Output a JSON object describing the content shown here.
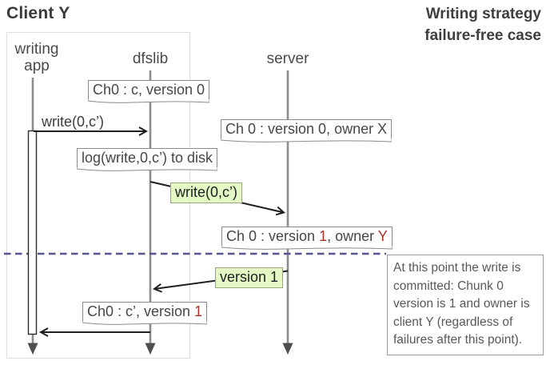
{
  "header": {
    "client_title": "Client Y",
    "strategy_title_line1": "Writing strategy",
    "strategy_title_line2": "failure-free case"
  },
  "lifelines": {
    "writing_app_line1": "writing",
    "writing_app_line2": "app",
    "dfslib": "dfslib",
    "server": "server"
  },
  "messages": {
    "app_write": "write(0,c’)",
    "lib_write": "write(0,c’)",
    "version_reply": "version 1"
  },
  "notes": {
    "chunk_initial": "Ch0 : c, version 0",
    "server_initial": "Ch 0 : version 0, owner X",
    "log_to_disk": "log(write,0,c’) to disk",
    "server_updated_segments": [
      {
        "t": "Ch 0 : version "
      },
      {
        "t": "1",
        "red": true
      },
      {
        "t": ", owner "
      },
      {
        "t": "Y",
        "red": true
      }
    ],
    "chunk_updated_segments": [
      {
        "t": "Ch0 : c’, version "
      },
      {
        "t": "1",
        "red": true
      }
    ],
    "commit_note": "At this point the write is committed: Chunk 0 version is 1 and owner is client Y (regardless of failures after this point)."
  },
  "colors": {
    "accent_red": "#ad3128",
    "green_fill": "#e4f8c5",
    "dashed_line": "#55558e"
  }
}
